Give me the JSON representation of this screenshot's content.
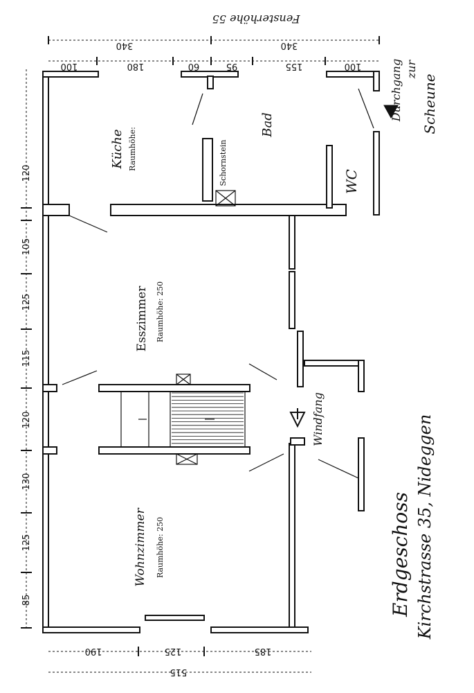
{
  "title": {
    "line1": "Erdgeschoss",
    "line2": "Kirchstrasse 35, Nideggen"
  },
  "window_height": "Fensterhöhe   55",
  "top_dims": {
    "total_left": "340",
    "total_right": "340",
    "segments": [
      "100",
      "180",
      "60",
      "95",
      "155",
      "100"
    ]
  },
  "bottom_dims": {
    "total": "515",
    "segments": [
      "190",
      "125",
      "185"
    ]
  },
  "left_dims": [
    "120",
    "105",
    "125",
    "115",
    "120",
    "130",
    "125",
    "85"
  ],
  "rooms": {
    "kueche": {
      "name": "Küche",
      "height": "Raumhöhe:"
    },
    "esszimmer": {
      "name": "Esszimmer",
      "height": "Raumhöhe: 250"
    },
    "wohnzimmer": {
      "name": "Wohnzimmer",
      "height": "Raumhöhe: 250"
    },
    "bad": {
      "name": "Bad"
    },
    "wc": {
      "name": "WC"
    },
    "windfang": {
      "name": "Windfang"
    }
  },
  "schornstein": "Schornstein",
  "durchgang": {
    "line1": "Durchgang",
    "line2": "zur",
    "line3": "Scheune"
  }
}
